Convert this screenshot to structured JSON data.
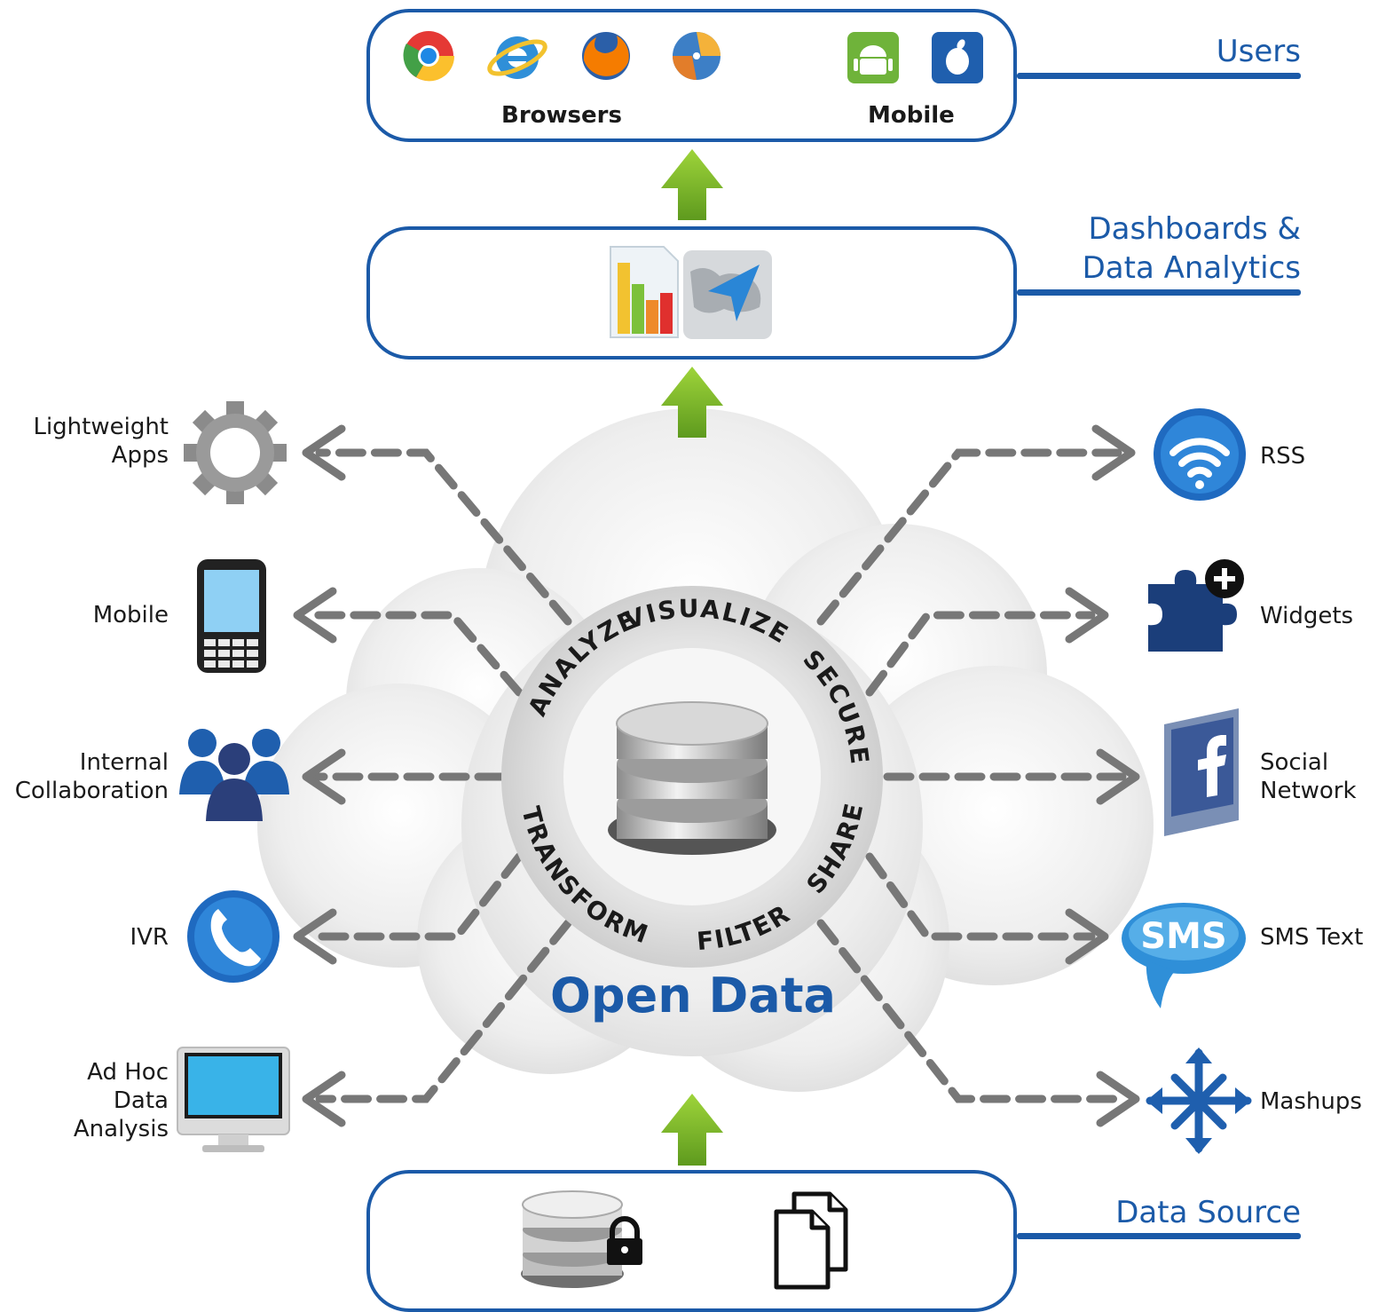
{
  "tiers": {
    "users": {
      "title": "Users",
      "browsers_label": "Browsers",
      "mobile_label": "Mobile",
      "browser_icons": [
        "chrome-icon",
        "internet-explorer-icon",
        "firefox-icon",
        "safari-icon"
      ],
      "mobile_icons": [
        "android-icon",
        "apple-icon"
      ]
    },
    "dashboards": {
      "title_line1": "Dashboards &",
      "title_line2": "Data Analytics",
      "icons": [
        "bar-chart-report-icon",
        "map-navigation-icon"
      ]
    },
    "data_source": {
      "title": "Data Source",
      "icons": [
        "locked-database-icon",
        "documents-icon"
      ]
    }
  },
  "center": {
    "title": "Open Data",
    "ring_words": [
      "ANALYZE",
      "VISUALIZE",
      "SECURE",
      "SHARE",
      "FILTER",
      "TRANSFORM"
    ]
  },
  "left_nodes": [
    {
      "lines": [
        "Lightweight",
        "Apps"
      ],
      "icon": "gear-icon"
    },
    {
      "lines": [
        "Mobile"
      ],
      "icon": "mobile-phone-icon"
    },
    {
      "lines": [
        "Internal",
        "Collaboration"
      ],
      "icon": "people-group-icon"
    },
    {
      "lines": [
        "IVR"
      ],
      "icon": "phone-icon"
    },
    {
      "lines": [
        "Ad Hoc",
        "Data",
        "Analysis"
      ],
      "icon": "desktop-monitor-icon"
    }
  ],
  "right_nodes": [
    {
      "lines": [
        "RSS"
      ],
      "icon": "rss-wifi-icon"
    },
    {
      "lines": [
        "Widgets"
      ],
      "icon": "puzzle-plus-icon"
    },
    {
      "lines": [
        "Social",
        "Network"
      ],
      "icon": "facebook-icon"
    },
    {
      "lines": [
        "SMS Text"
      ],
      "icon": "sms-bubble-icon",
      "badge": "SMS"
    },
    {
      "lines": [
        "Mashups"
      ],
      "icon": "mashup-arrows-icon"
    }
  ],
  "colors": {
    "brand_blue": "#1b5aa8",
    "arrow_green": "#7cb82f",
    "connector_gray": "#777777",
    "cloud_gray": "#e6e6e6"
  }
}
